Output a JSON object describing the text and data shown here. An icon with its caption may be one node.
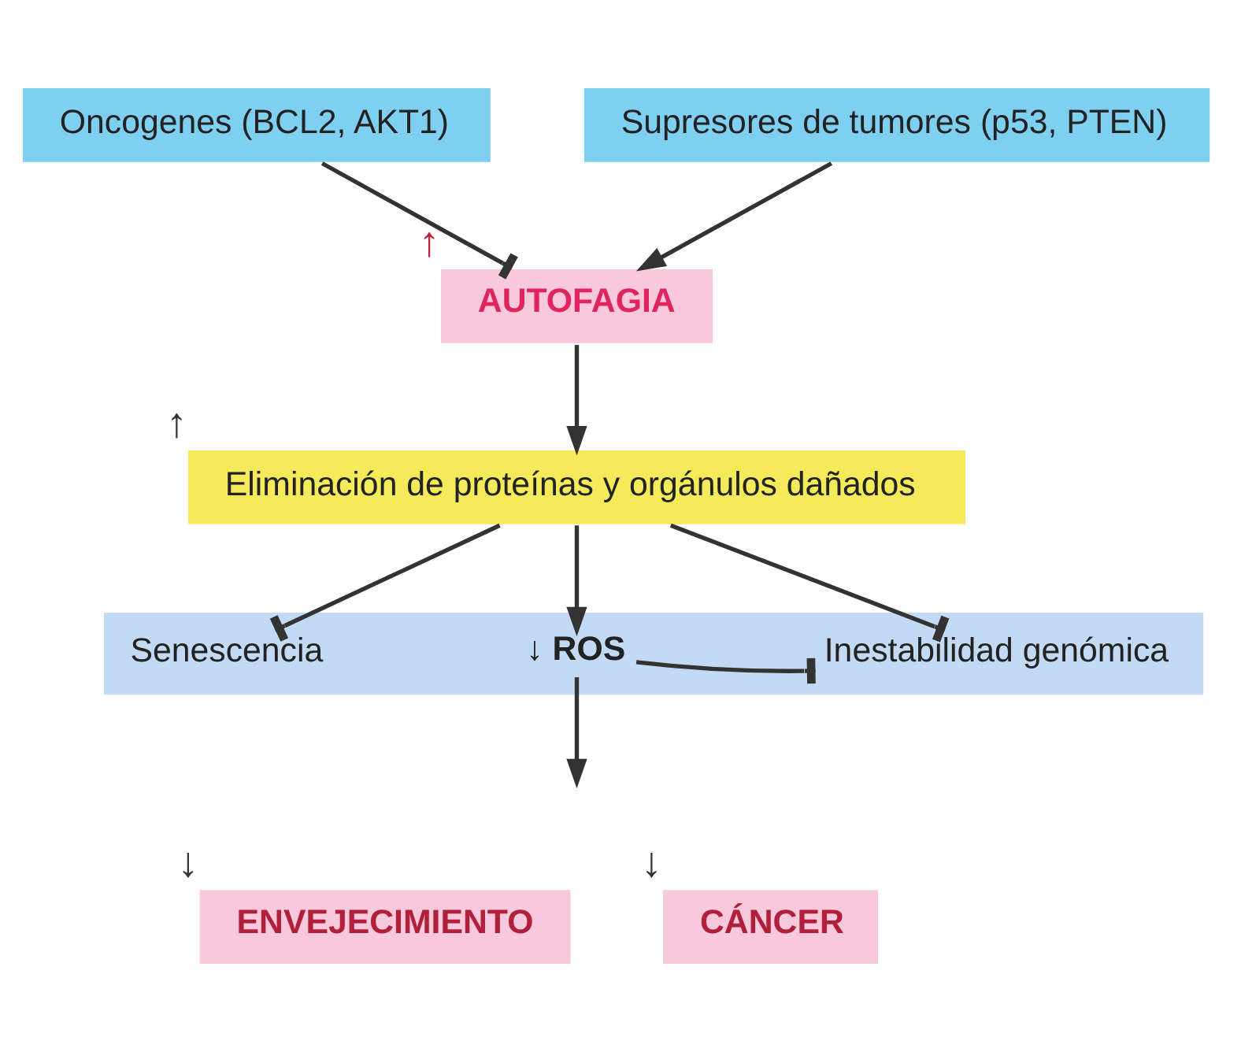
{
  "diagram": {
    "nodes": [
      {
        "text": [
          "Oncogenes (BCL2, AKT1)"
        ]
      },
      {
        "text": [
          "Supresores de tumores (p53, PTEN)"
        ]
      },
      {
        "text": [
          "AUTOFAGIA"
        ],
        "beside": [
          "↑"
        ]
      },
      {
        "text": [
          "Eliminación de proteínas y orgánulos dañados"
        ],
        "beside": [
          "↑"
        ]
      },
      {
        "text": [],
        "shape": "bar"
      },
      {
        "text": [
          "Senescencia"
        ],
        "in": 4
      },
      {
        "text": [
          "↓ ROS"
        ],
        "in": 4
      },
      {
        "text": [
          "Inestabilidad genómica"
        ],
        "in": 4
      },
      {
        "text": [
          "ENVEJECIMIENTO"
        ],
        "beside": [
          "↓"
        ]
      },
      {
        "text": [
          "CÁNCER"
        ],
        "beside": [
          "↓"
        ]
      }
    ],
    "edges": [
      {
        "from": 0,
        "to": 2,
        "arrow": "other"
      },
      {
        "from": 1,
        "to": 2,
        "arrow": "to"
      },
      {
        "from": 2,
        "to": 3,
        "arrow": "to"
      },
      {
        "from": 3,
        "to": 5,
        "arrow": "other"
      },
      {
        "from": 3,
        "to": 6,
        "arrow": "to"
      },
      {
        "from": 3,
        "to": 7,
        "arrow": "other"
      },
      {
        "from": 6,
        "to": 7,
        "arrow": "other"
      },
      {
        "from": 6,
        "to": null,
        "arrow": "to"
      }
    ]
  }
}
